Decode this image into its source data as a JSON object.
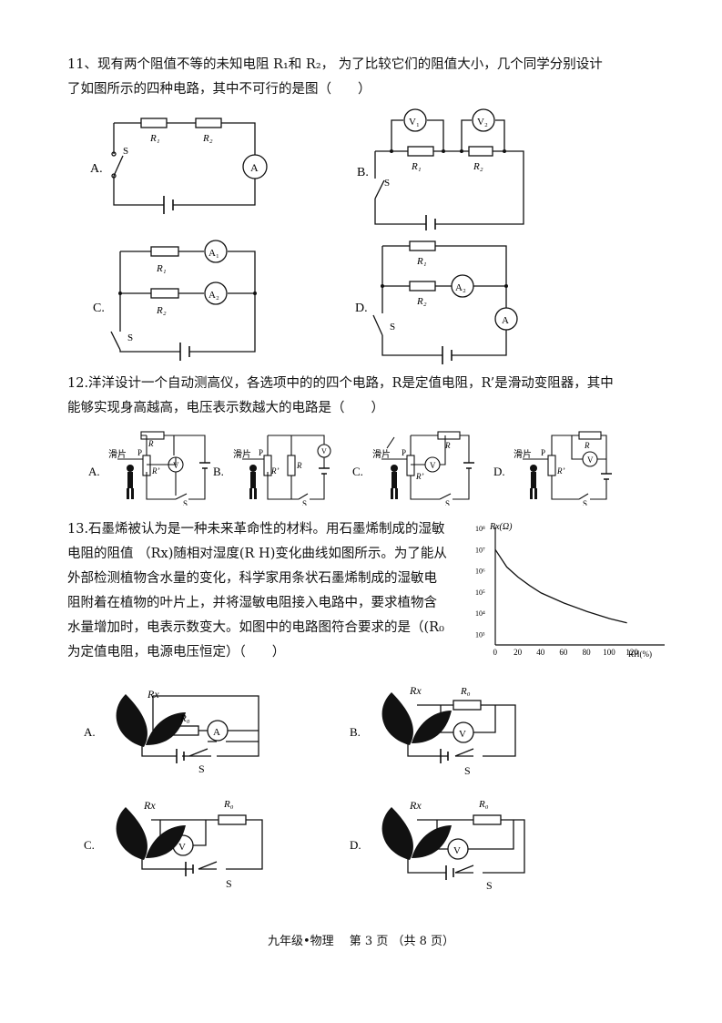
{
  "q11": {
    "line1": "11、现有两个阻值不等的未知电阻 R₁和 R₂， 为了比较它们的阻值大小，几个同学分别设计",
    "line2": "了如图所示的四种电路，其中不可行的是图（　　）",
    "options": {
      "a": "A.",
      "b": "B.",
      "c": "C.",
      "d": "D.",
      "r1": "R₁",
      "r2": "R₂",
      "s": "S",
      "A": "A",
      "A1": "A₁",
      "A2": "A₂",
      "V1": "V₁",
      "V2": "V₂"
    }
  },
  "q12": {
    "line1": "12.洋洋设计一个自动测高仪，各选项中的的四个电路，R是定值电阻，R’是滑动变阻器，其中",
    "line2": "能够实现身高越高，电压表示数越大的电路是（　　）",
    "options": {
      "a": "A.",
      "b": "B.",
      "c": "C.",
      "d": "D.",
      "slider": "滑片",
      "p": "P",
      "r": "R",
      "rp": "R’",
      "v": "V",
      "s": "S"
    }
  },
  "q13": {
    "line1": "13.石墨烯被认为是一种未来革命性的材料。用石墨烯制成的湿敏",
    "line2": "电阻的阻值 （Rx)随相对湿度(R H)变化曲线如图所示。为了能从",
    "line3": "外部检测植物含水量的变化，科学家用条状石墨烯制成的湿敏电",
    "line4": "阻附着在植物的叶片上，并将湿敏电阻接入电路中，要求植物含",
    "line5": "水量增加时，电表示数变大。如图中的电路图符合要求的是（(R₀",
    "line6": "为定值电阻，电源电压恒定）（　　）",
    "options": {
      "a": "A.",
      "b": "B.",
      "c": "C.",
      "d": "D.",
      "rx": "Rx",
      "r0": "R₀",
      "A": "A",
      "V": "V",
      "s": "S"
    }
  },
  "chart_data": {
    "type": "line",
    "ylabel": "Rx(Ω)",
    "xlabel": "RH(%)",
    "x_ticks": [
      "0",
      "20",
      "40",
      "60",
      "80",
      "100",
      "120"
    ],
    "y_ticks": [
      "10³",
      "10⁴",
      "10⁵",
      "10⁶",
      "10⁷",
      "10⁸"
    ],
    "xlim": [
      0,
      140
    ],
    "ylim_log10": [
      2.5,
      8
    ],
    "log_scale_y": true,
    "series": [
      {
        "x": [
          0,
          10,
          20,
          30,
          40,
          60,
          80,
          100,
          115
        ],
        "y": [
          10000000,
          1500000,
          500000,
          200000,
          90000,
          30000,
          12000,
          5500,
          3500
        ]
      }
    ]
  },
  "footer": "九年级•物理　 第 3 页 （共 8 页）"
}
